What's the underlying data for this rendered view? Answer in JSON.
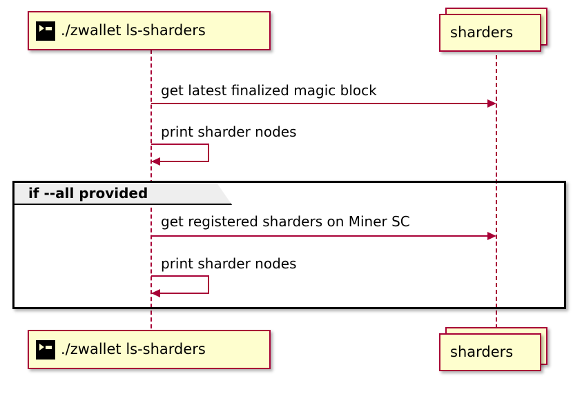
{
  "diagram": {
    "type": "sequence-diagram",
    "background": "#ffffff",
    "accent_color": "#A80036",
    "fill_color": "#FEFECE",
    "group_tab_color": "#EEEEEE"
  },
  "participants": [
    {
      "id": "zwallet",
      "label": "./zwallet ls-sharders",
      "icon": "terminal-icon",
      "kind": "actor-with-icon"
    },
    {
      "id": "sharders",
      "label": "sharders",
      "icon": null,
      "kind": "collections"
    }
  ],
  "messages": [
    {
      "index": 1,
      "label": "get latest finalized magic block",
      "from": "zwallet",
      "to": "sharders",
      "direction": "right",
      "self": false
    },
    {
      "index": 2,
      "label": "print sharder nodes",
      "from": "zwallet",
      "to": "zwallet",
      "direction": "left",
      "self": true
    },
    {
      "index": 3,
      "label": "get registered sharders on Miner SC",
      "from": "zwallet",
      "to": "sharders",
      "direction": "right",
      "self": false
    },
    {
      "index": 4,
      "label": "print sharder nodes",
      "from": "zwallet",
      "to": "zwallet",
      "direction": "left",
      "self": true
    }
  ],
  "groups": [
    {
      "id": "alt-all-provided",
      "label": "if --all provided",
      "type": "alt"
    }
  ]
}
